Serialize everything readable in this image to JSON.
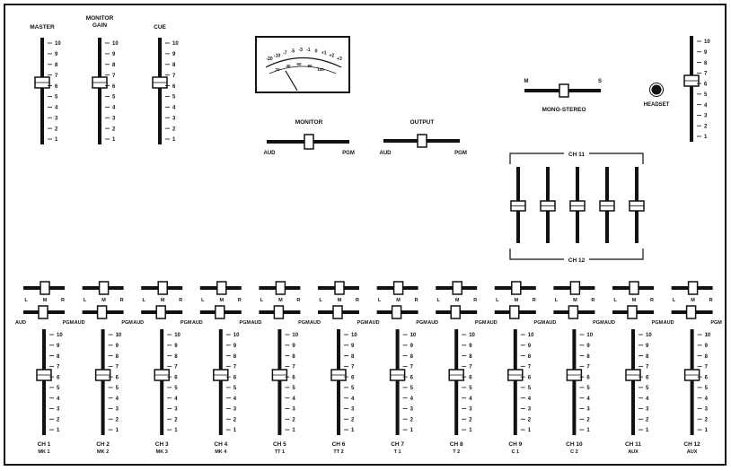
{
  "top_faders": {
    "master_label": "MASTER",
    "monitor_gain_label_1": "MONITOR",
    "monitor_gain_label_2": "GAIN",
    "cue_label": "CUE"
  },
  "scale_numbers": [
    "10",
    "9",
    "8",
    "7",
    "6",
    "5",
    "4",
    "3",
    "2",
    "1"
  ],
  "vu_meter": {
    "scale_labels": [
      "-20",
      "-10",
      "-7",
      "-5",
      "-3",
      "-1",
      "0",
      "+1",
      "+2",
      "+3"
    ],
    "percent_labels": [
      "20",
      "40",
      "60",
      "80",
      "100"
    ]
  },
  "monitor_switch": {
    "title": "MONITOR",
    "left": "AUD",
    "right": "PGM"
  },
  "output_switch": {
    "title": "OUTPUT",
    "left": "AUD",
    "right": "PGM"
  },
  "mono_stereo": {
    "title": "MONO-STEREO",
    "left": "M",
    "right": "S"
  },
  "headset": {
    "label": "HEADSET"
  },
  "group_bank": {
    "top_label": "CH 11",
    "bottom_label": "CH 12",
    "fader_count": 5
  },
  "channel_switch": {
    "l": "L",
    "m": "M",
    "r": "R",
    "aud": "AUD",
    "pgm": "PGM"
  },
  "channels": [
    {
      "name": "CH 1",
      "source": "MK 1"
    },
    {
      "name": "CH 2",
      "source": "MK 2"
    },
    {
      "name": "CH 3",
      "source": "MK 3"
    },
    {
      "name": "CH 4",
      "source": "MK 4"
    },
    {
      "name": "CH 5",
      "source": "TT 1"
    },
    {
      "name": "CH 6",
      "source": "TT 2"
    },
    {
      "name": "CH 7",
      "source": "T 1"
    },
    {
      "name": "CH 8",
      "source": "T 2"
    },
    {
      "name": "CH 9",
      "source": "C 1"
    },
    {
      "name": "CH 10",
      "source": "C 2"
    },
    {
      "name": "CH 11",
      "source": "AUX"
    },
    {
      "name": "CH 12",
      "source": "AUX"
    }
  ]
}
